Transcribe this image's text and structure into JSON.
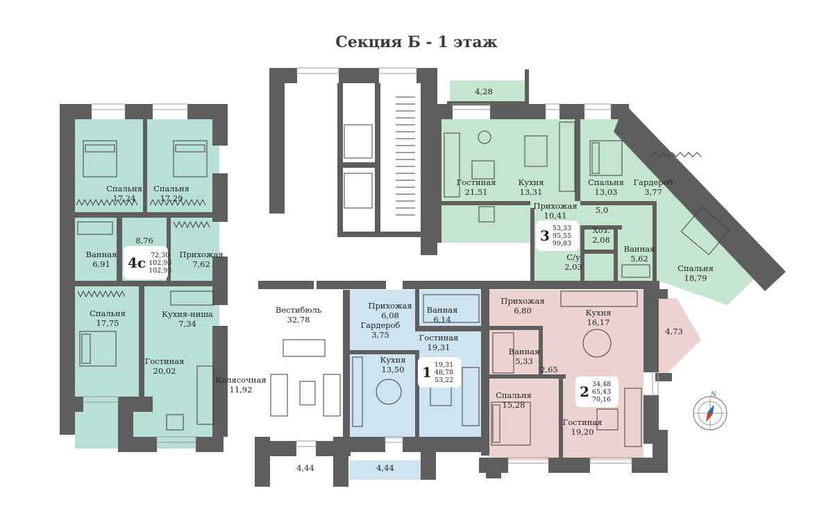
{
  "title": "Секция Б - 1 этаж",
  "colors": {
    "apt4c": "#b9dfd9",
    "apt3": "#c5e5cf",
    "apt1": "#cde3ef",
    "apt2": "#ecd3d0",
    "wall": "#5e5e5e",
    "furniture": "#3d3d3d"
  },
  "rooms": {
    "bedroom_a4_1": {
      "name": "Спальня",
      "area": "17,24"
    },
    "bedroom_a4_2": {
      "name": "Спальня",
      "area": "17,29"
    },
    "corr_a4": {
      "area": "8,76"
    },
    "bath_a4": {
      "name": "Ванная",
      "area": "6,91"
    },
    "hall_a4": {
      "name": "Прихожая",
      "area": "7,62"
    },
    "bedroom_a4_3": {
      "name": "Спальня",
      "area": "17,75"
    },
    "kitchen_a4": {
      "name": "Кухня-ниша",
      "area": "7,34"
    },
    "living_a4": {
      "name": "Гостиная",
      "area": "20,02"
    },
    "stroller": {
      "name": "Колясочная",
      "area": "11,92"
    },
    "vestibule": {
      "name": "Вестибюль",
      "area": "32,78"
    },
    "hall_a1": {
      "name": "Прихожая",
      "area": "6,08"
    },
    "wardrobe_a1": {
      "name": "Гардероб",
      "area": "3,75"
    },
    "bath_a1": {
      "name": "Ванная",
      "area": "6,14"
    },
    "living_a1": {
      "name": "Гостиная",
      "area": "19,31"
    },
    "kitchen_a1": {
      "name": "Кухня",
      "area": "13,50"
    },
    "living_a3": {
      "name": "Гостиная",
      "area": "21,51"
    },
    "kitchen_a3": {
      "name": "Кухня",
      "area": "13,31"
    },
    "bedroom_a3_1": {
      "name": "Спальня",
      "area": "13,03"
    },
    "wardrobe_a3": {
      "name": "Гардероб",
      "area": "3,77"
    },
    "hall_a3": {
      "name": "Прихожая",
      "area": "10,41"
    },
    "corr_a3": {
      "area": "5,0"
    },
    "storage_a3": {
      "name": "Хоз.",
      "area": "2,08"
    },
    "wc_a3": {
      "name": "С/у",
      "area": "2,03"
    },
    "bath_a3": {
      "name": "Ванная",
      "area": "5,62"
    },
    "bedroom_a3_2": {
      "name": "Спальня",
      "area": "18,79"
    },
    "hall_a2": {
      "name": "Прихожая",
      "area": "6,80"
    },
    "kitchen_a2": {
      "name": "Кухня",
      "area": "16,17"
    },
    "bath_a2": {
      "name": "Ванная",
      "area": "5,33"
    },
    "corr_a2": {
      "area": "2,65"
    },
    "bedroom_a2": {
      "name": "Спальня",
      "area": "15,28"
    },
    "living_a2": {
      "name": "Гостиная",
      "area": "19,20"
    },
    "balcony_top": {
      "area": "4,28"
    },
    "balcony_right": {
      "area": "4,73"
    },
    "terrace_left": {
      "area": "4,44"
    },
    "terrace_mid": {
      "area": "4,44"
    }
  },
  "apartments": {
    "a4c": {
      "number": "4с",
      "areas": [
        "72,30",
        "102,93",
        "102,93"
      ]
    },
    "a3": {
      "number": "3",
      "areas": [
        "53,33",
        "95,55",
        "99,83"
      ]
    },
    "a1": {
      "number": "1",
      "areas": [
        "19,31",
        "48,78",
        "53,22"
      ]
    },
    "a2": {
      "number": "2",
      "areas": [
        "34,48",
        "65,43",
        "70,16"
      ]
    }
  },
  "compass": {
    "north_label": "N"
  }
}
